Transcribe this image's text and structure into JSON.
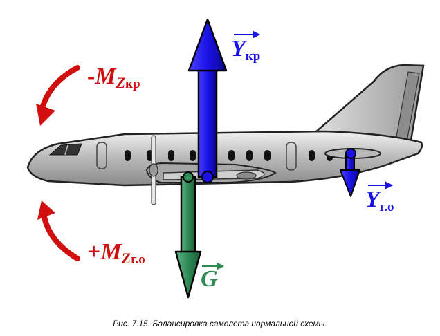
{
  "caption": "Рис. 7.15. Балансировка самолета нормальной схемы.",
  "labels": {
    "y_wing": {
      "symbol": "Y",
      "sub": "кр"
    },
    "y_tail": {
      "symbol": "Y",
      "sub": "г.о"
    },
    "gravity": {
      "symbol": "G"
    },
    "m_wing": {
      "sign": "-",
      "symbol": "M",
      "axis": "Z",
      "sub": "кр"
    },
    "m_tail": {
      "sign": "+",
      "symbol": "M",
      "axis": "Z",
      "sub": "г.о"
    }
  },
  "colors": {
    "lift": "#1a12e6",
    "gravity": "#2f8a55",
    "moment": "#d10f0f",
    "fuselage": "#c8c8c8"
  }
}
